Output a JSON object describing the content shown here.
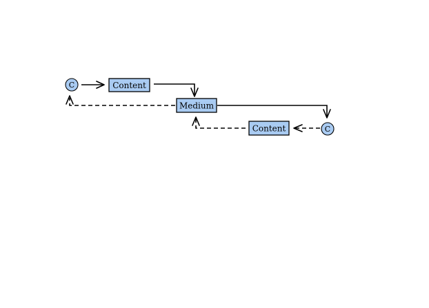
{
  "diagram": {
    "colors": {
      "node_fill": "#a9cbf2",
      "stroke": "#000000",
      "background": "#ffffff"
    },
    "nodes": {
      "circle_left": {
        "label": "C"
      },
      "content_top": {
        "label": "Content"
      },
      "medium": {
        "label": "Medium"
      },
      "content_bottom": {
        "label": "Content"
      },
      "circle_right": {
        "label": "C"
      }
    },
    "edges": [
      {
        "from": "circle_left",
        "to": "content_top",
        "style": "solid"
      },
      {
        "from": "content_top",
        "to": "medium",
        "style": "solid"
      },
      {
        "from": "medium",
        "to": "circle_left",
        "style": "dashed"
      },
      {
        "from": "medium",
        "to": "circle_right",
        "style": "solid"
      },
      {
        "from": "circle_right",
        "to": "content_bottom",
        "style": "dashed"
      },
      {
        "from": "content_bottom",
        "to": "medium",
        "style": "dashed"
      }
    ]
  }
}
